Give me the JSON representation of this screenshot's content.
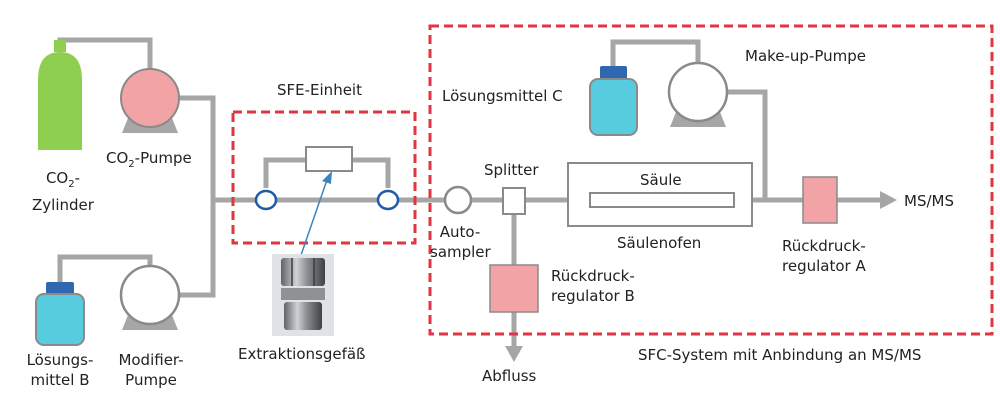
{
  "labels": {
    "co2_cylinder": "CO",
    "co2_sub": "2",
    "co2_cylinder_suffix": "-",
    "co2_cylinder_line2": "Zylinder",
    "co2_pump": "CO",
    "co2_pump_sub": "2",
    "co2_pump_suffix": "-Pumpe",
    "solvent_b_line1": "Lösungs-",
    "solvent_b_line2": "mittel B",
    "modifier_line1": "Modifier-",
    "modifier_line2": "Pumpe",
    "sfe_unit": "SFE-Einheit",
    "extraction_vessel": "Extraktionsgefäß",
    "autosampler_line1": "Auto-",
    "autosampler_line2": "sampler",
    "splitter": "Splitter",
    "bpr_b_line1": "Rückdruck-",
    "bpr_b_line2": "regulator B",
    "drain": "Abfluss",
    "solvent_c": "Lösungsmittel C",
    "makeup_pump": "Make-up-Pumpe",
    "column": "Säule",
    "column_oven": "Säulenofen",
    "bpr_a_line1": "Rückdruck-",
    "bpr_a_line2": "regulator A",
    "msms": "MS/MS",
    "sfc_system": "SFC-System mit Anbindung an MS/MS"
  },
  "colors": {
    "pipe": "#a6a6a6",
    "dashed_box": "#e0363f",
    "co2_cylinder": "#8fcf4f",
    "pump_pink": "#f2a3a6",
    "bottle_cyan": "#58ccdf",
    "bottle_cap": "#2f67b0",
    "valve_ring": "#1f5aa6",
    "regulator": "#f2a3a6",
    "pointer": "#3a85c0"
  }
}
